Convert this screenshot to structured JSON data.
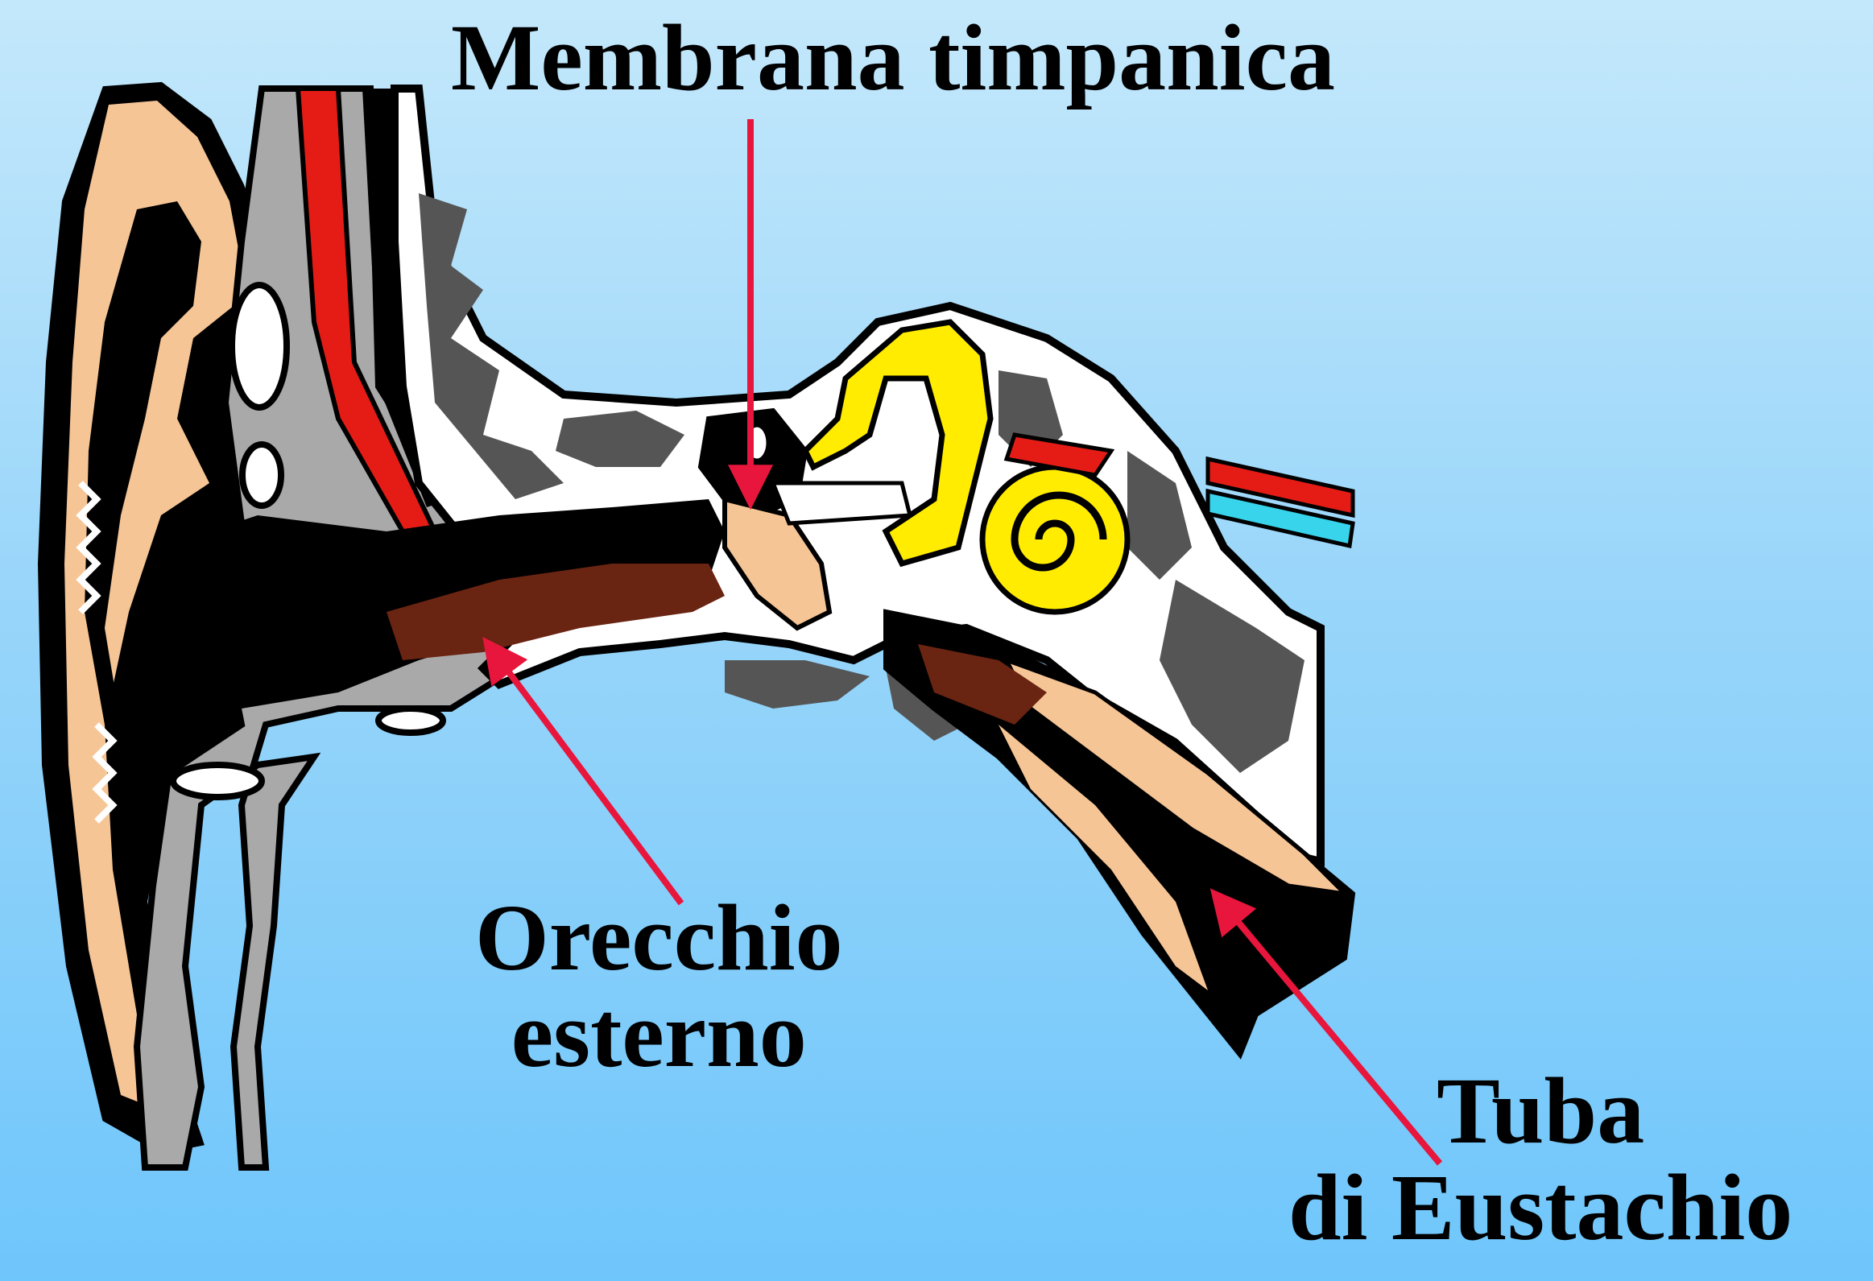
{
  "labels": {
    "membrana": "Membrana timpanica",
    "orecchio_line1": "Orecchio",
    "orecchio_line2": "esterno",
    "tuba_line1": "Tuba",
    "tuba_line2": "di Eustachio"
  },
  "colors": {
    "background_top": "#c4e8fb",
    "background_bottom": "#6fc6fb",
    "pointer_arrow": "#e8163c",
    "skin": "#f6c596",
    "bone_gray": "#a9a9a9",
    "dark_bone": "#555555",
    "ear_canal": "#6a2412",
    "inner_ear_yellow": "#ffec00",
    "nerve_red": "#e51c16",
    "nerve_cyan": "#38d4ec"
  }
}
